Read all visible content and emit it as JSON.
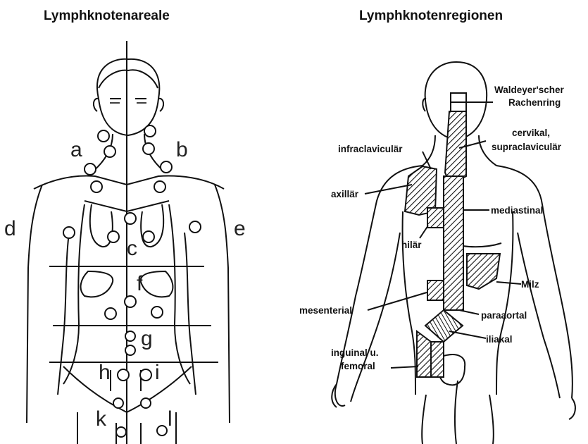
{
  "titles": {
    "left": "Lymphknotenareale",
    "right": "Lymphknotenregionen"
  },
  "areas": {
    "a": "a",
    "b": "b",
    "c": "c",
    "d": "d",
    "e": "e",
    "f": "f",
    "g": "g",
    "h": "h",
    "i": "i",
    "k": "k",
    "l": "l"
  },
  "regions": {
    "waldeyer_line1": "Waldeyer'scher",
    "waldeyer_line2": "Rachenring",
    "infraclavicular": "infraclaviculär",
    "cervikal_line1": "cervikal,",
    "cervikal_line2": "supraclaviculär",
    "axillar": "axillär",
    "mediastinal": "mediastinal",
    "hilar": "hilär",
    "milz": "Milz",
    "mesenterial": "mesenterial",
    "paraaortal": "paraaortal",
    "iliakal": "iliakal",
    "inguinal_line1": "inguinal u.",
    "inguinal_line2": "femoral"
  }
}
